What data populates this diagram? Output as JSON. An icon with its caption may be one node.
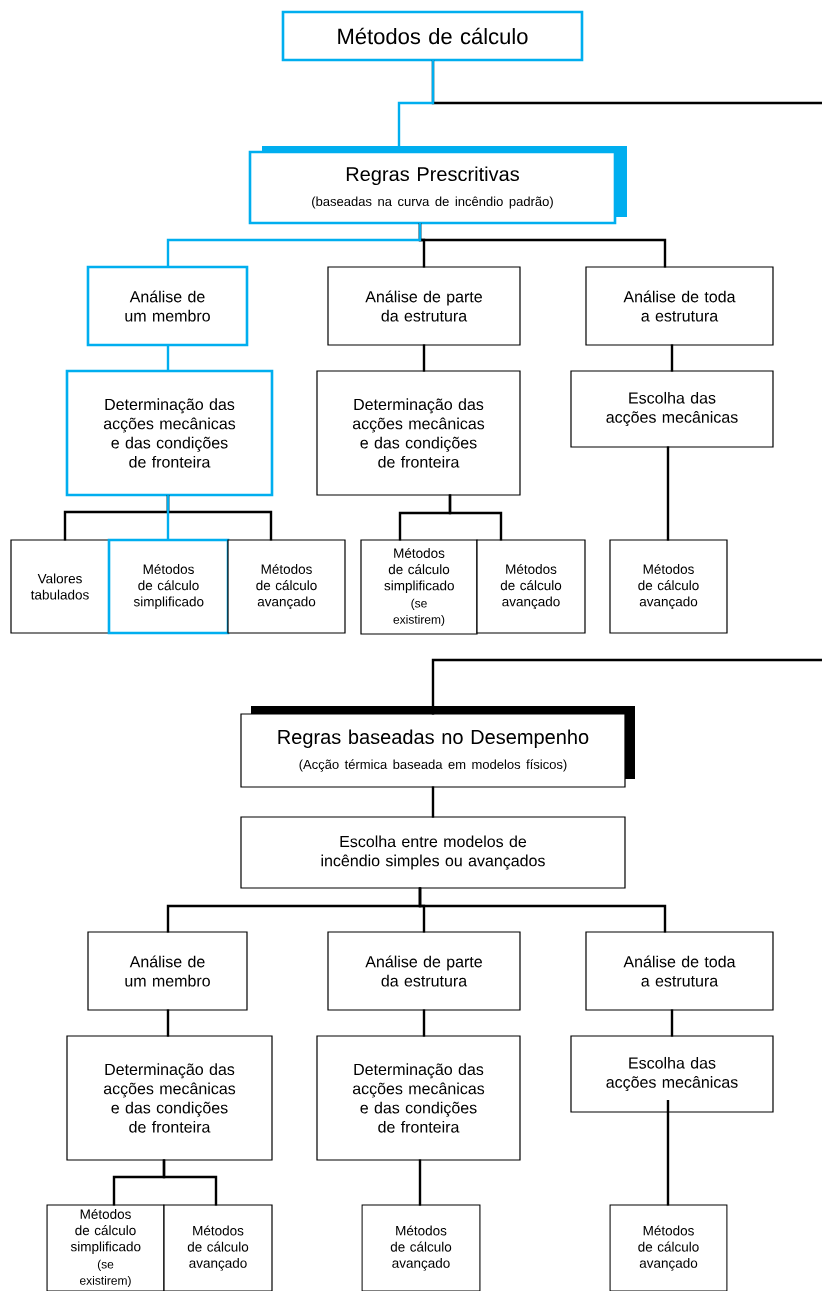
{
  "diagram": {
    "nodes": [
      {
        "text": [
          "Métodos de cálculo"
        ]
      },
      {
        "text": [
          "Regras Prescritivas",
          "(baseadas na curva de incêndio padrão)"
        ]
      },
      {
        "text": [
          "Análise de um membro"
        ]
      },
      {
        "text": [
          "Análise de parte da estrutura"
        ]
      },
      {
        "text": [
          "Análise de toda a estrutura"
        ]
      },
      {
        "text": [
          "Determinação das acções mecânicas e das condições de fronteira"
        ]
      },
      {
        "text": [
          "Determinação das acções mecânicas e das condições de fronteira"
        ]
      },
      {
        "text": [
          "Escolha das acções mecânicas"
        ]
      },
      {
        "text": [
          "Valores tabulados"
        ]
      },
      {
        "text": [
          "Métodos de cálculo simplificado"
        ]
      },
      {
        "text": [
          "Métodos de cálculo avançado"
        ]
      },
      {
        "text": [
          "Métodos de cálculo simplificado",
          "(se existirem)"
        ]
      },
      {
        "text": [
          "Métodos de cálculo avançado"
        ]
      },
      {
        "text": [
          "Métodos de cálculo avançado"
        ]
      },
      {
        "text": [
          "Regras baseadas no Desempenho",
          "(Acção térmica baseada em modelos físicos)"
        ]
      },
      {
        "text": [
          "Escolha entre modelos de incêndio simples ou avançados"
        ]
      },
      {
        "text": [
          "Análise de um membro"
        ]
      },
      {
        "text": [
          "Análise de parte da estrutura"
        ]
      },
      {
        "text": [
          "Análise de toda a estrutura"
        ]
      },
      {
        "text": [
          "Determinação das acções mecânicas e das condições de fronteira"
        ]
      },
      {
        "text": [
          "Determinação das acções mecânicas e das condições de fronteira"
        ]
      },
      {
        "text": [
          "Escolha das acções mecânicas"
        ]
      },
      {
        "text": [
          "Métodos de cálculo simplificado",
          "(se existirem)"
        ]
      },
      {
        "text": [
          "Métodos de cálculo avançado"
        ]
      },
      {
        "text": [
          "Métodos de cálculo avançado"
        ]
      },
      {
        "text": [
          "Métodos de cálculo avançado"
        ]
      }
    ],
    "edges": [
      {
        "from": 0,
        "to": 1,
        "arrow": "none",
        "color": "#00aeef"
      },
      {
        "from": 0,
        "to": null,
        "arrow": "none"
      },
      {
        "from": null,
        "to": 14,
        "arrow": "none"
      },
      {
        "from": 1,
        "to": 2,
        "arrow": "none",
        "color": "#00aeef"
      },
      {
        "from": 1,
        "to": 3,
        "arrow": "none"
      },
      {
        "from": 1,
        "to": 4,
        "arrow": "none"
      },
      {
        "from": 2,
        "to": 5,
        "arrow": "none",
        "color": "#00aeef"
      },
      {
        "from": 3,
        "to": 6,
        "arrow": "none"
      },
      {
        "from": 4,
        "to": 7,
        "arrow": "none"
      },
      {
        "from": 5,
        "to": 8,
        "arrow": "none"
      },
      {
        "from": 5,
        "to": 9,
        "arrow": "none",
        "color": "#00aeef"
      },
      {
        "from": 5,
        "to": 10,
        "arrow": "none"
      },
      {
        "from": 6,
        "to": 11,
        "arrow": "none"
      },
      {
        "from": 6,
        "to": 12,
        "arrow": "none"
      },
      {
        "from": 7,
        "to": 13,
        "arrow": "none"
      },
      {
        "from": 14,
        "to": 15,
        "arrow": "none"
      },
      {
        "from": 15,
        "to": 16,
        "arrow": "none"
      },
      {
        "from": 15,
        "to": 17,
        "arrow": "none"
      },
      {
        "from": 15,
        "to": 18,
        "arrow": "none"
      },
      {
        "from": 16,
        "to": 19,
        "arrow": "none"
      },
      {
        "from": 17,
        "to": 20,
        "arrow": "none"
      },
      {
        "from": 18,
        "to": 21,
        "arrow": "none"
      },
      {
        "from": 19,
        "to": 22,
        "arrow": "none"
      },
      {
        "from": 19,
        "to": 23,
        "arrow": "none"
      },
      {
        "from": 20,
        "to": 24,
        "arrow": "none"
      },
      {
        "from": 21,
        "to": 25,
        "arrow": "none"
      }
    ]
  }
}
